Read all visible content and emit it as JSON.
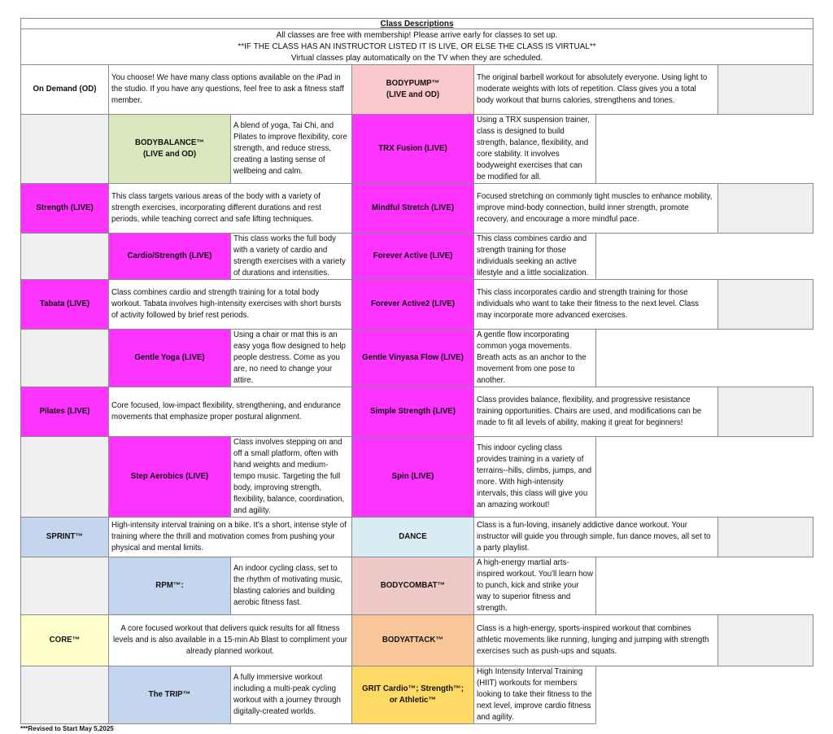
{
  "title": "Class Descriptions",
  "banner": [
    "All classes are free with membership!  Please arrive early for classes to set up.",
    "**IF THE CLASS HAS AN INSTRUCTOR LISTED IT IS LIVE, OR ELSE THE CLASS IS VIRTUAL**",
    "Virtual classes play automatically on the TV when they are scheduled."
  ],
  "colors": {
    "magenta": "#ff33ff",
    "pink": "#f8c8cc",
    "green": "#d9e6be",
    "blue": "#c3d6ee",
    "light_blue": "#d9ecf3",
    "yellow": "#ffffcc",
    "orange": "#f9c69a",
    "rose": "#eec9c7",
    "gold": "#ffd966",
    "blank": "#efefef"
  },
  "rows": [
    {
      "left": {
        "name": "On Demand (OD)",
        "color": "#ffffff",
        "desc": "You choose! We have many class options available on the iPad in the studio. If you have any questions, feel free to ask a fitness staff member."
      },
      "right": {
        "name": "BODYPUMP™\n(LIVE and OD)",
        "color": "#f8c8cc",
        "desc": "The original barbell workout for absolutely everyone. Using light to moderate weights with lots of repetition. Class gives you a total body workout that burns calories, strengthens and tones."
      }
    },
    {
      "left": {
        "name": "BODYBALANCE™\n(LIVE and OD)",
        "color": "#d9e6be",
        "desc": "A blend of yoga, Tai Chi, and Pilates to improve flexibility, core strength, and reduce stress, creating a lasting sense of wellbeing and calm."
      },
      "right": {
        "name": "TRX Fusion (LIVE)",
        "color": "#ff33ff",
        "desc": "Using a TRX suspension trainer, class is designed to build strength, balance, flexibility, and core stability. It involves bodyweight exercises that can be modified for all."
      }
    },
    {
      "left": {
        "name": "Strength (LIVE)",
        "color": "#ff33ff",
        "desc": "This class targets various areas of the body with a variety of strength exercises, incorporating different durations and rest periods, while teaching correct and safe lifting techniques."
      },
      "right": {
        "name": "Mindful Stretch (LIVE)",
        "color": "#ff33ff",
        "desc": "Focused stretching on commonly tight muscles to enhance mobility, improve mind-body connection, build inner strength, promote recovery, and encourage a more mindful pace."
      }
    },
    {
      "left": {
        "name": "Cardio/Strength (LIVE)",
        "color": "#ff33ff",
        "desc": "This class works the full body with a variety of cardio and strength exercises with a variety of durations and intensities."
      },
      "right": {
        "name": "Forever Active (LIVE)",
        "color": "#ff33ff",
        "desc": "This class combines cardio and strength training for those individuals seeking an active lifestyle and a little socialization."
      }
    },
    {
      "left": {
        "name": "Tabata (LIVE)",
        "color": "#ff33ff",
        "desc": "Class combines cardio and strength training for a total body workout. Tabata involves high-intensity exercises with short bursts of activity followed by brief rest periods."
      },
      "right": {
        "name": "Forever Active2 (LIVE)",
        "color": "#ff33ff",
        "desc": "This class incorporates cardio and strength training for those individuals who want to take their fitness to the next level. Class may incorporate more advanced exercises."
      }
    },
    {
      "left": {
        "name": "Gentle Yoga (LIVE)",
        "color": "#ff33ff",
        "desc": "Using a chair or mat this is an easy yoga flow designed to help people destress. Come as you are, no need to change your attire."
      },
      "right": {
        "name": "Gentle Vinyasa Flow (LIVE)",
        "color": "#ff33ff",
        "desc": "A gentle flow incorporating common yoga movements. Breath acts as an anchor to the movement from one pose to another."
      }
    },
    {
      "left": {
        "name": "Pilates (LIVE)",
        "color": "#ff33ff",
        "desc": "Core focused, low-impact flexibility,  strengthening, and endurance movements that emphasize proper postural alignment."
      },
      "right": {
        "name": "Simple Strength (LIVE)",
        "color": "#ff33ff",
        "desc": "Class provides balance, flexibility, and progressive resistance training opportunities. Chairs are used, and modifications can be made to fit all levels of ability, making it great for beginners!"
      }
    },
    {
      "left": {
        "name": "Step Aerobics (LIVE)",
        "color": "#ff33ff",
        "desc": "Class involves stepping on and off a small platform, often with hand weights and medium-tempo music. Targeting the full body, improving strength, flexibility, balance, coordination, and agility."
      },
      "right": {
        "name": "Spin (LIVE)",
        "color": "#ff33ff",
        "desc": "This indoor cycling class provides training in a variety of terrains--hills, climbs, jumps, and more.  With high-intensity intervals, this class will give you an amazing workout!"
      }
    },
    {
      "left": {
        "name": "SPRINT™",
        "color": "#c3d6ee",
        "desc": "High-intensity interval training on a bike. It's a short, intense style of training where the thrill and motivation comes from pushing your physical and mental limits."
      },
      "right": {
        "name": "DANCE",
        "color": "#d9ecf3",
        "desc": "Class is a fun-loving, insanely addictive dance workout. Your instructor will guide you through simple, fun dance moves, all set to a party playlist."
      }
    },
    {
      "left": {
        "name": "RPM™:",
        "color": "#c3d6ee",
        "desc": "An indoor cycling class, set to the rhythm of motivating music, blasting calories and building aerobic fitness fast."
      },
      "right": {
        "name": "BODYCOMBAT™",
        "color": "#eec9c7",
        "desc": "A high-energy martial arts-inspired workout. You'll learn how to punch, kick and strike your way to superior fitness and strength."
      }
    },
    {
      "left": {
        "name": "CORE™",
        "color": "#ffffcc",
        "desc": "A core focused workout that delivers quick results for all fitness levels and is also available in a 15-min Ab Blast to compliment your already planned workout."
      },
      "right": {
        "name": "BODYATTACK™",
        "color": "#f9c69a",
        "desc": "Class is a high-energy, sports-inspired workout that combines athletic movements like running, lunging and jumping with strength exercises such as push-ups and squats."
      }
    },
    {
      "left": {
        "name": "The TRIP™",
        "color": "#c3d6ee",
        "desc": "A fully immersive workout including a multi-peak cycling workout with a journey through digitally-created worlds."
      },
      "right": {
        "name": "GRIT Cardio™; Strength™;\nor Athletic™",
        "color": "#ffd966",
        "desc": "High Intensity Interval Training (HIIT) workouts for members looking to take their fitness to the next level, improve cardio fitness and agility."
      }
    }
  ],
  "footer": "***Revised to Start May 5,2025"
}
